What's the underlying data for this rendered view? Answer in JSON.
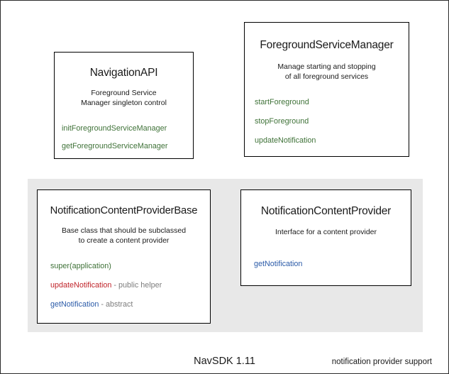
{
  "diagram": {
    "footer_label": "NavSDK 1.11",
    "group": {
      "label": "notification provider support",
      "background": "#e8e8e8"
    },
    "colors": {
      "green": "#3f7238",
      "red": "#c0252b",
      "blue": "#2b5ba8",
      "gray_note": "#7d7d7d",
      "border": "#000000",
      "canvas_border": "#2b2b2b"
    },
    "boxes": [
      {
        "id": "navigation-api",
        "title": "NavigationAPI",
        "description_lines": [
          "Foreground Service",
          "Manager singleton control"
        ],
        "members": [
          {
            "name": "initForegroundServiceManager",
            "color": "green",
            "note": ""
          },
          {
            "name": "getForegroundServiceManager",
            "color": "green",
            "note": ""
          }
        ]
      },
      {
        "id": "foreground-service-manager",
        "title": "ForegroundServiceManager",
        "description_lines": [
          "Manage starting and stopping",
          "of all foreground services"
        ],
        "members": [
          {
            "name": "startForeground",
            "color": "green",
            "note": ""
          },
          {
            "name": "stopForeground",
            "color": "green",
            "note": ""
          },
          {
            "name": "updateNotification",
            "color": "green",
            "note": ""
          }
        ]
      },
      {
        "id": "notification-content-provider-base",
        "title": "NotificationContentProviderBase",
        "description_lines": [
          "Base class that should be subclassed",
          "to create a content provider"
        ],
        "members": [
          {
            "name": "super(application)",
            "color": "green",
            "note": ""
          },
          {
            "name": "updateNotification",
            "color": "red",
            "note": " - public helper"
          },
          {
            "name": "getNotification",
            "color": "blue",
            "note": " - abstract"
          }
        ]
      },
      {
        "id": "notification-content-provider",
        "title": "NotificationContentProvider",
        "description_lines": [
          "Interface for a content provider"
        ],
        "members": [
          {
            "name": "getNotification",
            "color": "blue",
            "note": ""
          }
        ]
      }
    ]
  }
}
